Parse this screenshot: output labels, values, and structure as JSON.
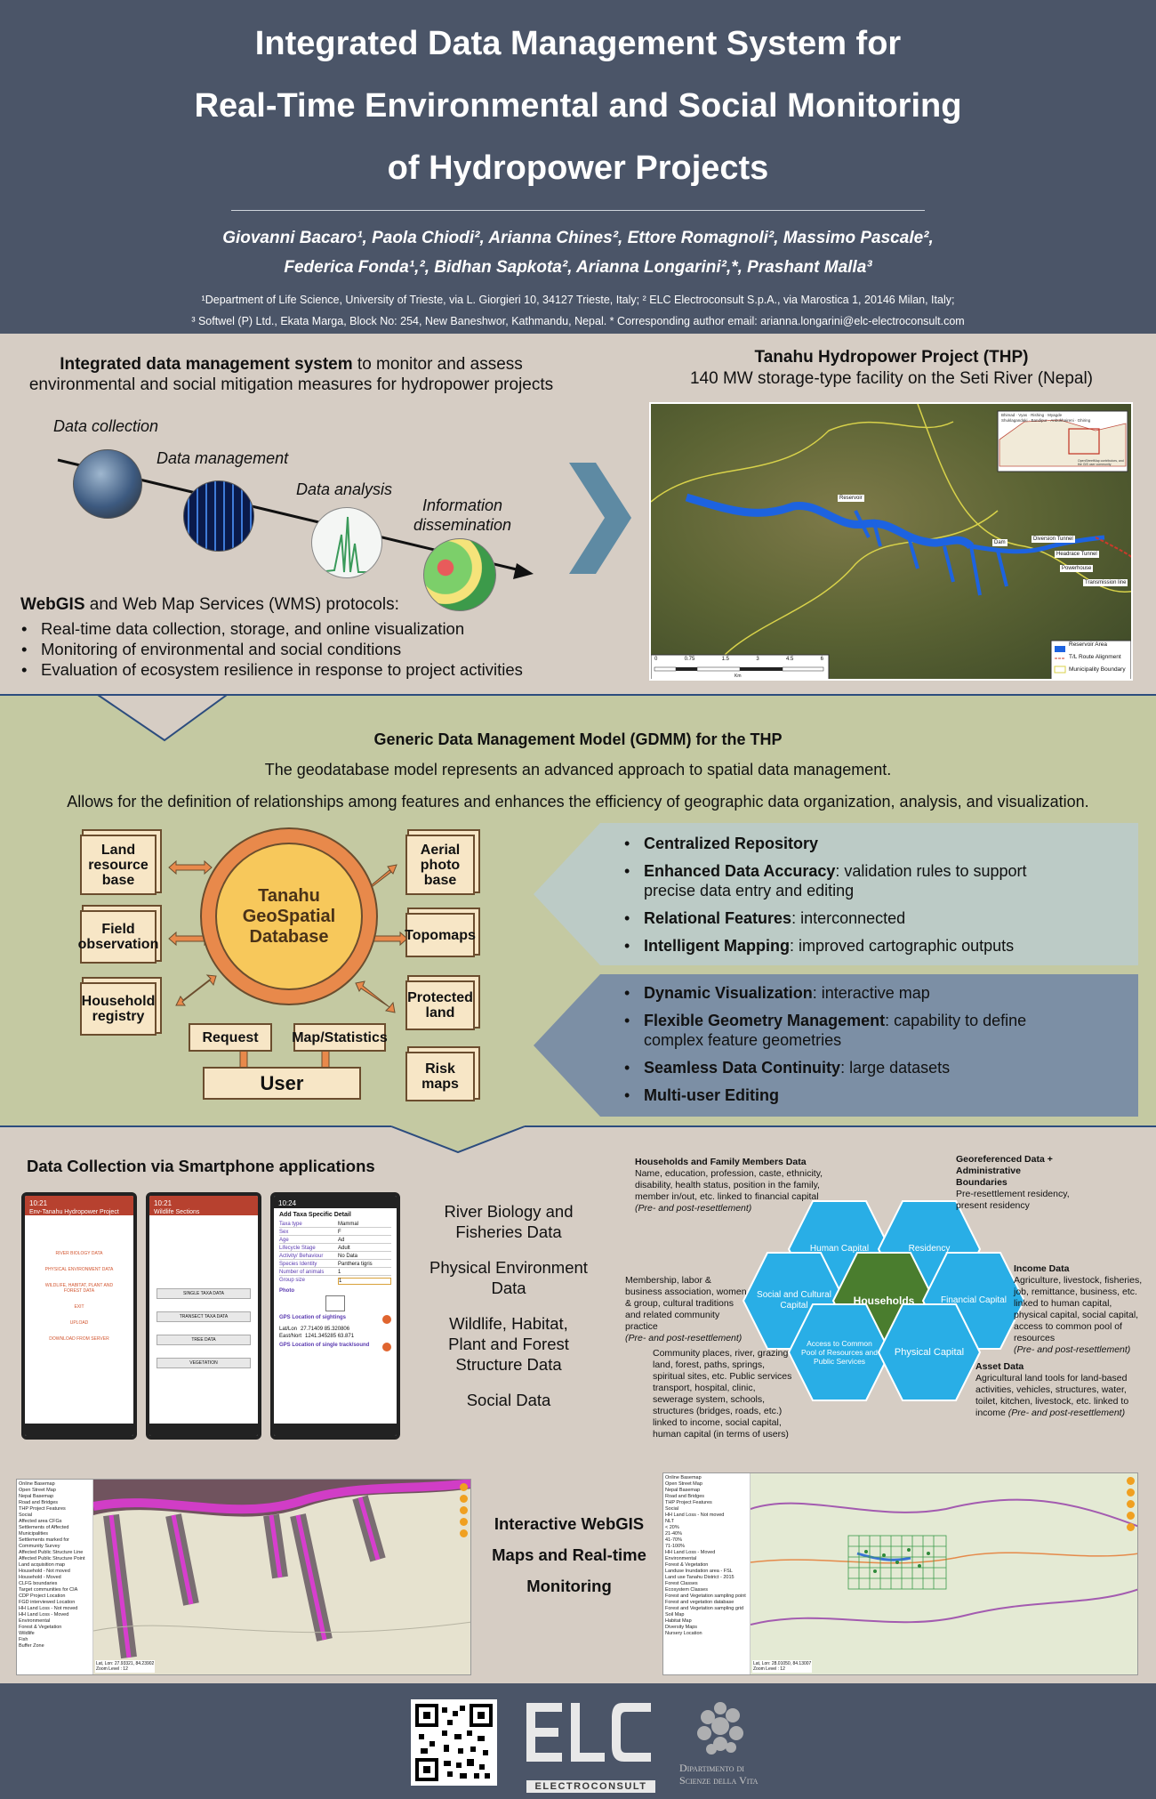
{
  "header": {
    "title_l1": "Integrated Data Management System for",
    "title_l2": "Real-Time Environmental and Social Monitoring",
    "title_l3": "of Hydropower Projects",
    "authors_l1": "Giovanni Bacaro¹, Paola Chiodi², Arianna Chines², Ettore Romagnoli², Massimo Pascale²,",
    "authors_l2": "Federica Fonda¹,², Bidhan Sapkota², Arianna Longarini²,*, Prashant Malla³",
    "affil_l1": "¹Department of Life Science, University of Trieste, via L. Giorgieri 10, 34127 Trieste, Italy; ² ELC Electroconsult S.p.A., via Marostica 1, 20146 Milan, Italy;",
    "affil_l2": "³ Softwel (P) Ltd., Ekata Marga, Block No: 254, New Baneshwor, Kathmandu, Nepal.  * Corresponding author email: arianna.longarini@elc-electroconsult.com"
  },
  "intro": {
    "lead_bold": "Integrated data management system",
    "lead_rest": " to monitor and assess",
    "lead_l2": "environmental and social mitigation measures for hydropower projects",
    "steps": [
      "Data collection",
      "Data management",
      "Data analysis",
      "Information",
      "dissemination"
    ],
    "webgis_bold": "WebGIS",
    "webgis_rest": " and Web Map Services (WMS) protocols:",
    "bullets": [
      "Real-time data collection, storage, and online visualization",
      "Monitoring of environmental and social conditions",
      "Evaluation of ecosystem resilience in response to project activities"
    ]
  },
  "project": {
    "title": "Tanahu Hydropower Project (THP)",
    "subtitle": "140 MW storage-type facility on the Seti River (Nepal)",
    "map_labels": [
      "Reservoir",
      "Dam",
      "Diversion Tunnel",
      "Headrace Tunnel",
      "Powerhouse",
      "Transmission line"
    ],
    "legend": [
      "Reservoir Area",
      "T/L Route Alignment",
      "Municipality Boundary"
    ],
    "scale": [
      "0",
      "0.75",
      "1.5",
      "3",
      "4.5",
      "6"
    ],
    "scale_unit": "Km",
    "inset_labels": [
      "Bhimad",
      "Vyas",
      "Rishing",
      "Myagde",
      "Shuklagandaki",
      "Bandipur",
      "Anbukhaireni",
      "Ghiring"
    ],
    "inset_credit": "OpenStreetMap contributors, and the GIS user community"
  },
  "gdmm": {
    "title": "Generic Data Management Model (GDMM) for the THP",
    "line1": "The geodatabase model represents an advanced approach to spatial data management.",
    "line2": "Allows for the definition of relationships among features and enhances the efficiency of geographic data organization, analysis, and visualization.",
    "db_l1": "Tanahu",
    "db_l2": "GeoSpatial",
    "db_l3": "Database",
    "left_boxes": [
      [
        "Land",
        "resource",
        "base"
      ],
      [
        "Field",
        "observation"
      ],
      [
        "Household",
        "registry"
      ]
    ],
    "right_boxes": [
      [
        "Aerial",
        "photo",
        "base"
      ],
      [
        "Topomaps"
      ],
      [
        "Protected",
        "land"
      ],
      [
        "Risk",
        "maps"
      ]
    ],
    "request": "Request",
    "mapstats": "Map/Statistics",
    "user": "User",
    "features_a": [
      {
        "b": "Centralized Repository",
        "r": ""
      },
      {
        "b": "Enhanced Data Accuracy",
        "r": ": validation rules to support",
        "r2": "precise data entry and editing"
      },
      {
        "b": "Relational Features",
        "r": ": interconnected"
      },
      {
        "b": "Intelligent Mapping",
        "r": ": improved cartographic outputs"
      }
    ],
    "features_b": [
      {
        "b": "Dynamic Visualization",
        "r": ": interactive map"
      },
      {
        "b": "Flexible Geometry Management",
        "r": ": capability to define",
        "r2": "complex feature geometries"
      },
      {
        "b": "Seamless Data Continuity",
        "r": ": large datasets"
      },
      {
        "b": "Multi-user Editing",
        "r": ""
      }
    ]
  },
  "collection": {
    "title": "Data Collection via Smartphone applications",
    "phone1": {
      "time": "10:21",
      "title": "Env-Tanahu Hydropower Project",
      "items": [
        "RIVER BIOLOGY DATA",
        "PHYSICAL ENVIRONMENT DATA",
        "WILDLIFE, HABITAT, PLANT AND FOREST DATA",
        "EXIT",
        "UPLOAD",
        "DOWNLOAD FROM SERVER"
      ]
    },
    "phone2": {
      "time": "10:21",
      "title": "Wildlife Sections",
      "items": [
        "SINGLE TAXA DATA",
        "TRANSECT TAXA DATA",
        "TREE DATA",
        "VEGETATION"
      ]
    },
    "phone3": {
      "time": "10:24",
      "title": "Add Taxa Specific Detail",
      "rows": [
        [
          "Taxa type",
          "Mammal"
        ],
        [
          "Sex",
          "F"
        ],
        [
          "Age",
          "Ad"
        ],
        [
          "Lifecycle Stage",
          "Adult"
        ],
        [
          "Activity/ Behaviour",
          "No Data"
        ],
        [
          "Species Identity",
          "Panthera tigris"
        ],
        [
          "Number of animals",
          "1"
        ],
        [
          "Group size",
          "1"
        ]
      ],
      "photo": "Photo",
      "gps1": "GPS Location of sightings",
      "latlon_l": "Lat/Lon",
      "latlon_v": "27.71409   85.320806",
      "eastnorth_l": "East/Nort",
      "eastnorth_v": "1241.345285   63.871",
      "gps2": "GPS Location of single track/sound"
    },
    "data_types": [
      [
        "River Biology and",
        "Fisheries Data"
      ],
      [
        "Physical Environment",
        "Data"
      ],
      [
        "Wildlife, Habitat,",
        "Plant and Forest",
        "Structure Data"
      ],
      [
        "Social Data"
      ]
    ]
  },
  "social": {
    "hex": {
      "human": "Human Capital",
      "residency": "Residency",
      "social": "Social and Cultural Capital",
      "households": "Households",
      "financial": "Financial Capital",
      "access": "Access to Common Pool of Resources and Public Services",
      "physical": "Physical Capital"
    },
    "ann_households_t": "Households and Family Members Data",
    "ann_households": "Name, education, profession, caste, ethnicity, disability, health status, position in the family, member in/out, etc. linked to financial capital",
    "ann_households_i": "(Pre- and post-resettlement)",
    "ann_geo_t": "Georeferenced Data + Administrative Boundaries",
    "ann_geo": "Pre-resettlement residency, present residency",
    "ann_member": "Membership, labor & business association, women & group, cultural traditions and related community practice",
    "ann_member_i": "(Pre- and post-resettlement)",
    "ann_income_t": "Income Data",
    "ann_income": "Agriculture, livestock, fisheries, job, remittance, business, etc. linked to human capital, physical capital, social capital, access to common pool of resources",
    "ann_income_i": "(Pre- and post-resettlement)",
    "ann_community": "Community places, river, grazing land, forest, paths, springs, spiritual sites, etc. Public services transport, hospital, clinic, sewerage system, schools, structures (bridges, roads, etc.) linked to income, social capital, human capital (in terms of users)",
    "ann_asset_t": "Asset Data",
    "ann_asset": "Agricultural land tools for land-based activities, vehicles, structures, water, toilet, kitchen, livestock, etc. linked to income",
    "ann_asset_i": "(Pre- and post-resettlement)"
  },
  "webgis": {
    "label_l1": "Interactive WebGIS",
    "label_l2": "Maps and Real-time",
    "label_l3": "Monitoring",
    "left_layers": [
      "Online Basemap",
      "Open Street Map",
      "Nepal Basemap",
      "Road and Bridges",
      "THP Project Features",
      "Social",
      "Affected area CFGs",
      "Settlements of Affected Municipalities",
      "Settlements marked for Community Survey",
      "Affected Public Structure Line",
      "Affected Public Structure Point",
      "Land acquisition map",
      "Household - Not moved",
      "Household - Moved",
      "CLFG boundaries",
      "Target communities for CIA",
      "CDP Project Location",
      "FGD interviewed Location",
      "HH Land Loss - Not moved",
      "HH Land Loss - Moved",
      "Environmental",
      "Forest & Vegetation",
      "Wildlife",
      "Fish",
      "Buffer Zone"
    ],
    "right_layers": [
      "Online Basemap",
      "Open Street Map",
      "Nepal Basemap",
      "Road and Bridges",
      "THP Project Features",
      "Social",
      "HH Land Loss - Not moved",
      "NLT",
      "< 20%",
      "21-40%",
      "41-70%",
      "71-100%",
      "HH Land Loss - Moved",
      "Environmental",
      "Forest & Vegetation",
      "Landuse Inundation area - FSL",
      "Land use Tanahu District - 2015",
      "Forest Classes",
      "Ecosystem Classes",
      "Forest and Vegetation sampling point",
      "Forest and vegetation database",
      "Forest and Vegetation sampling grid",
      "Soil Map",
      "Habitat Map",
      "Diversity Maps",
      "Nursery Location"
    ],
    "coord_l": "Lat, Lon: 27.93321, 84.23902",
    "zoom_l": "Zoom Level : 12",
    "coord_r": "Lat, Lon: 28.01050, 84.13007",
    "zoom_r": "Zoom Level : 12"
  },
  "footer": {
    "elc_caption": "ELECTROCONSULT",
    "dept_l1": "Dipartimento di",
    "dept_l2": "Scienze della Vita"
  },
  "colors": {
    "header": "#4b5568",
    "beige": "#d6cdc4",
    "olive": "#c4c9a2",
    "orange": "#e8894b",
    "hex_blue": "#29aee6",
    "hex_green": "#4a7d2e",
    "panel_a": "#bccbc6",
    "panel_b": "#7c8fa5"
  }
}
